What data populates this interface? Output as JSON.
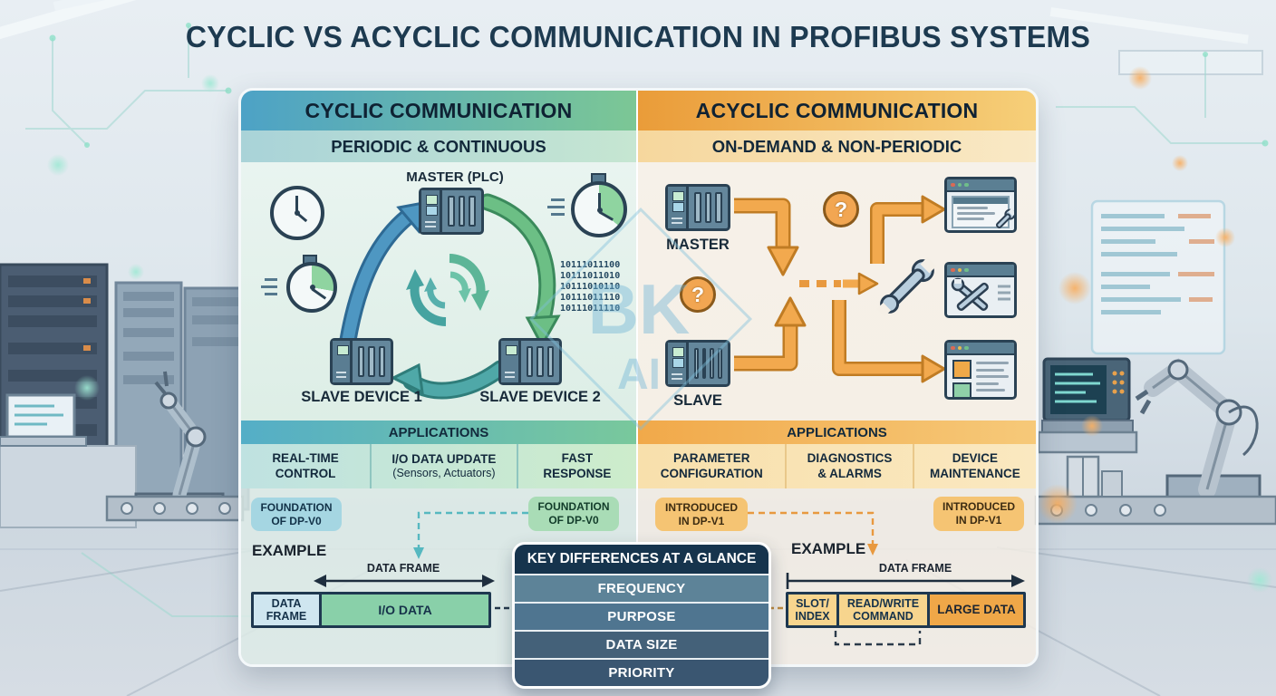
{
  "title": "CYCLIC VS ACYCLIC COMMUNICATION IN PROFIBUS SYSTEMS",
  "watermark": {
    "line1": "BK",
    "line2": "AI"
  },
  "icons": {
    "question_mark": "?"
  },
  "colors": {
    "cyclic_blue": "#4da2c6",
    "cyclic_green": "#7cc795",
    "acyclic_orange": "#ec9f3c",
    "navy": "#16344d"
  },
  "cyclic": {
    "header": "CYCLIC COMMUNICATION",
    "subtitle": "PERIODIC & CONTINUOUS",
    "master_label": "MASTER (PLC)",
    "slave1_label": "SLAVE DEVICE 1",
    "slave2_label": "SLAVE DEVICE 2",
    "binary_lines": [
      "10111011100",
      "10111011010",
      "10111010110",
      "10111011110",
      "10111011110"
    ],
    "applications_header": "APPLICATIONS",
    "applications": [
      {
        "line1": "REAL-TIME",
        "line2": "CONTROL"
      },
      {
        "line1": "I/O DATA UPDATE",
        "line2": "(Sensors, Actuators)"
      },
      {
        "line1": "FAST",
        "line2": "RESPONSE"
      }
    ],
    "badge_left": {
      "line1": "FOUNDATION",
      "line2": "OF DP-V0"
    },
    "badge_right": {
      "line1": "FOUNDATION",
      "line2": "OF DP-V0"
    },
    "example_label": "EXAMPLE",
    "frame_label": "DATA FRAME",
    "frame_segments": [
      {
        "line1": "DATA",
        "line2": "FRAME"
      },
      {
        "line1": "I/O DATA",
        "line2": ""
      }
    ]
  },
  "acyclic": {
    "header": "ACYCLIC COMMUNICATION",
    "subtitle": "ON-DEMAND & NON-PERIODIC",
    "master_label": "MASTER",
    "slave_label": "SLAVE",
    "applications_header": "APPLICATIONS",
    "applications": [
      {
        "line1": "PARAMETER",
        "line2": "CONFIGURATION"
      },
      {
        "line1": "DIAGNOSTICS",
        "line2": "& ALARMS"
      },
      {
        "line1": "DEVICE",
        "line2": "MAINTENANCE"
      }
    ],
    "badge_left": {
      "line1": "INTRODUCED",
      "line2": "IN DP-V1"
    },
    "badge_right": {
      "line1": "INTRODUCED",
      "line2": "IN DP-V1"
    },
    "example_label": "EXAMPLE",
    "frame_label": "DATA FRAME",
    "frame_segments": [
      {
        "line1": "SLOT/",
        "line2": "INDEX"
      },
      {
        "line1": "READ/WRITE",
        "line2": "COMMAND"
      },
      {
        "line1": "LARGE DATA",
        "line2": ""
      }
    ]
  },
  "key_differences": {
    "header": "KEY DIFFERENCES AT A GLANCE",
    "rows": [
      "FREQUENCY",
      "PURPOSE",
      "DATA SIZE",
      "PRIORITY"
    ]
  }
}
